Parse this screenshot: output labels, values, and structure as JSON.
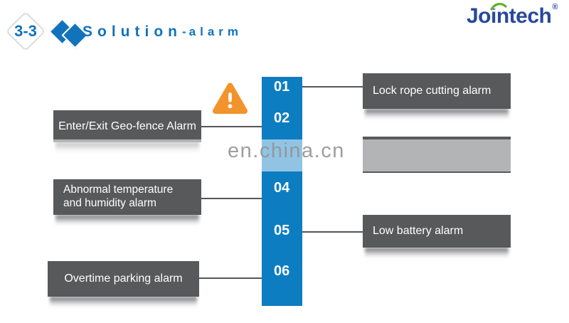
{
  "header": {
    "section_number": "3-3",
    "title": {
      "main": "Solution",
      "dash": "-",
      "sub": "alarm"
    },
    "logo": {
      "text": "Jointech",
      "reg": "®"
    }
  },
  "watermark": {
    "text": "en.china.cn"
  },
  "bar": {
    "items": [
      {
        "number": "01"
      },
      {
        "number": "02"
      },
      {
        "number": "04"
      },
      {
        "number": "05"
      },
      {
        "number": "06"
      }
    ]
  },
  "left_boxes": [
    {
      "label": "Enter/Exit Geo-fence Alarm"
    },
    {
      "label": "Abnormal temperature and humidity alarm"
    },
    {
      "label": "Overtime parking alarm"
    }
  ],
  "right_boxes": [
    {
      "label": "Lock rope cutting alarm"
    },
    {
      "label": "",
      "obscured": true
    },
    {
      "label": "Low battery alarm"
    }
  ],
  "icons": {
    "warning": "warning-triangle",
    "section_diamonds": "double-diamond"
  },
  "colors": {
    "bar_blue": "#0d7dc2",
    "box_gray": "#58595b",
    "title_blue": "#1173bc",
    "warning_orange": "#f2932c",
    "logo_navy": "#28489b",
    "logo_green": "#5fb02e",
    "watermark_gray": "#a9a9a9",
    "connector_gray": "#55565a"
  }
}
